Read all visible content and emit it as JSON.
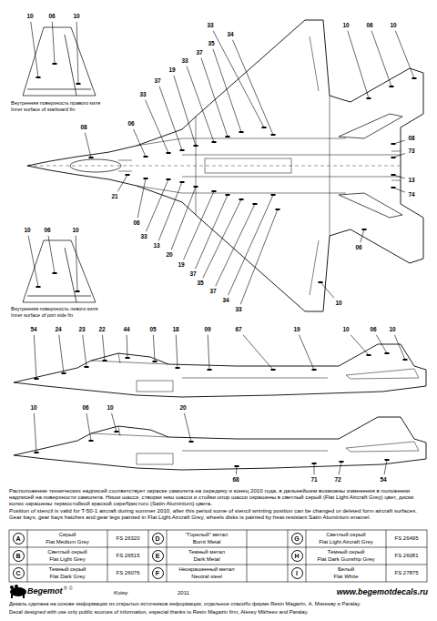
{
  "diagram": {
    "nodes": [
      {
        "text": [
          "A"
        ]
      },
      {
        "text": [
          "D"
        ]
      },
      {
        "text": [
          "G"
        ]
      },
      {
        "text": [
          "B"
        ]
      },
      {
        "text": [
          "E"
        ]
      },
      {
        "text": [
          "H"
        ]
      },
      {
        "text": [
          "C"
        ]
      },
      {
        "text": [
          "F"
        ]
      },
      {
        "text": [
          "I"
        ]
      }
    ],
    "labels": [
      "10",
      "06",
      "10",
      "Внутренняя поверхность правого киля",
      "Inner surface of starboard fin",
      "33",
      "34",
      "35",
      "37",
      "33",
      "19",
      "37",
      "33",
      "06",
      "08",
      "10",
      "06",
      "10",
      "08",
      "73",
      "13",
      "74",
      "21",
      "06",
      "33",
      "13",
      "20",
      "19",
      "37",
      "35",
      "37",
      "34",
      "33",
      "06",
      "10",
      "10",
      "06",
      "10",
      "Внутренняя поверхность левого киля",
      "Inner surface of port side fin",
      "54",
      "24",
      "23",
      "22",
      "44",
      "05",
      "18",
      "09",
      "67",
      "19",
      "10",
      "06",
      "10",
      "10",
      "06",
      "10",
      "20",
      "68",
      "71",
      "72",
      "54",
      "Расположение технических надписей соответствует окраске самолета на середину и конец 2010 года, в дальнейшем возможны изменения в положении надписей на поверхности самолета. Ниши шасси, створки ниш шасси и стойки опор шасси окрашены в светлый серый (Flat Light Aircraft Grey) цвет, диски колес окрашены термостойкой краской серебристого (Satin Aluminium) цвета.",
      "Position of stencil is valid for T-50-1 aircraft during summer 2010, after this period some of stencil wrinting position can be changed or deleted form aircraft surfaces. Gear bays, gear bays hatches and gear legs painted in Flat Light Aircraft Grey, wheels disks is painted by heat-resistant Satin Aluminium enamel.",
      "Серый",
      "Flat Medium Grey",
      "FS 26320",
      "\"Горелый\" метал",
      "Burnt Metal",
      "Светлый серый",
      "Flat Light Aircraft Grey",
      "FS 26495",
      "Светлый серый",
      "Flat Light Grey",
      "FS 26515",
      "Темный метал",
      "Dark Metal",
      "Темный серый",
      "Flat Dark Gunship Grey",
      "FS 26081",
      "Темный серый",
      "Flat Dark Grey",
      "FS 26076",
      "Неокрашенный метал",
      "Neutral steel",
      "Белый",
      "Flat White",
      "FS 27875",
      "Begemot",
      "®",
      "©",
      "Kotey",
      "2011",
      "www.begemotdecals.ru",
      "Декаль сделана на основе информации из открытых источников информации, отдельное спасибо фирме Resin Magazin, А. Михееву и Paralay.",
      "Decal designed with use only public sources of information, especial thanks to Resin Magazin firm, Alexey Mikheev and Paralay."
    ]
  }
}
